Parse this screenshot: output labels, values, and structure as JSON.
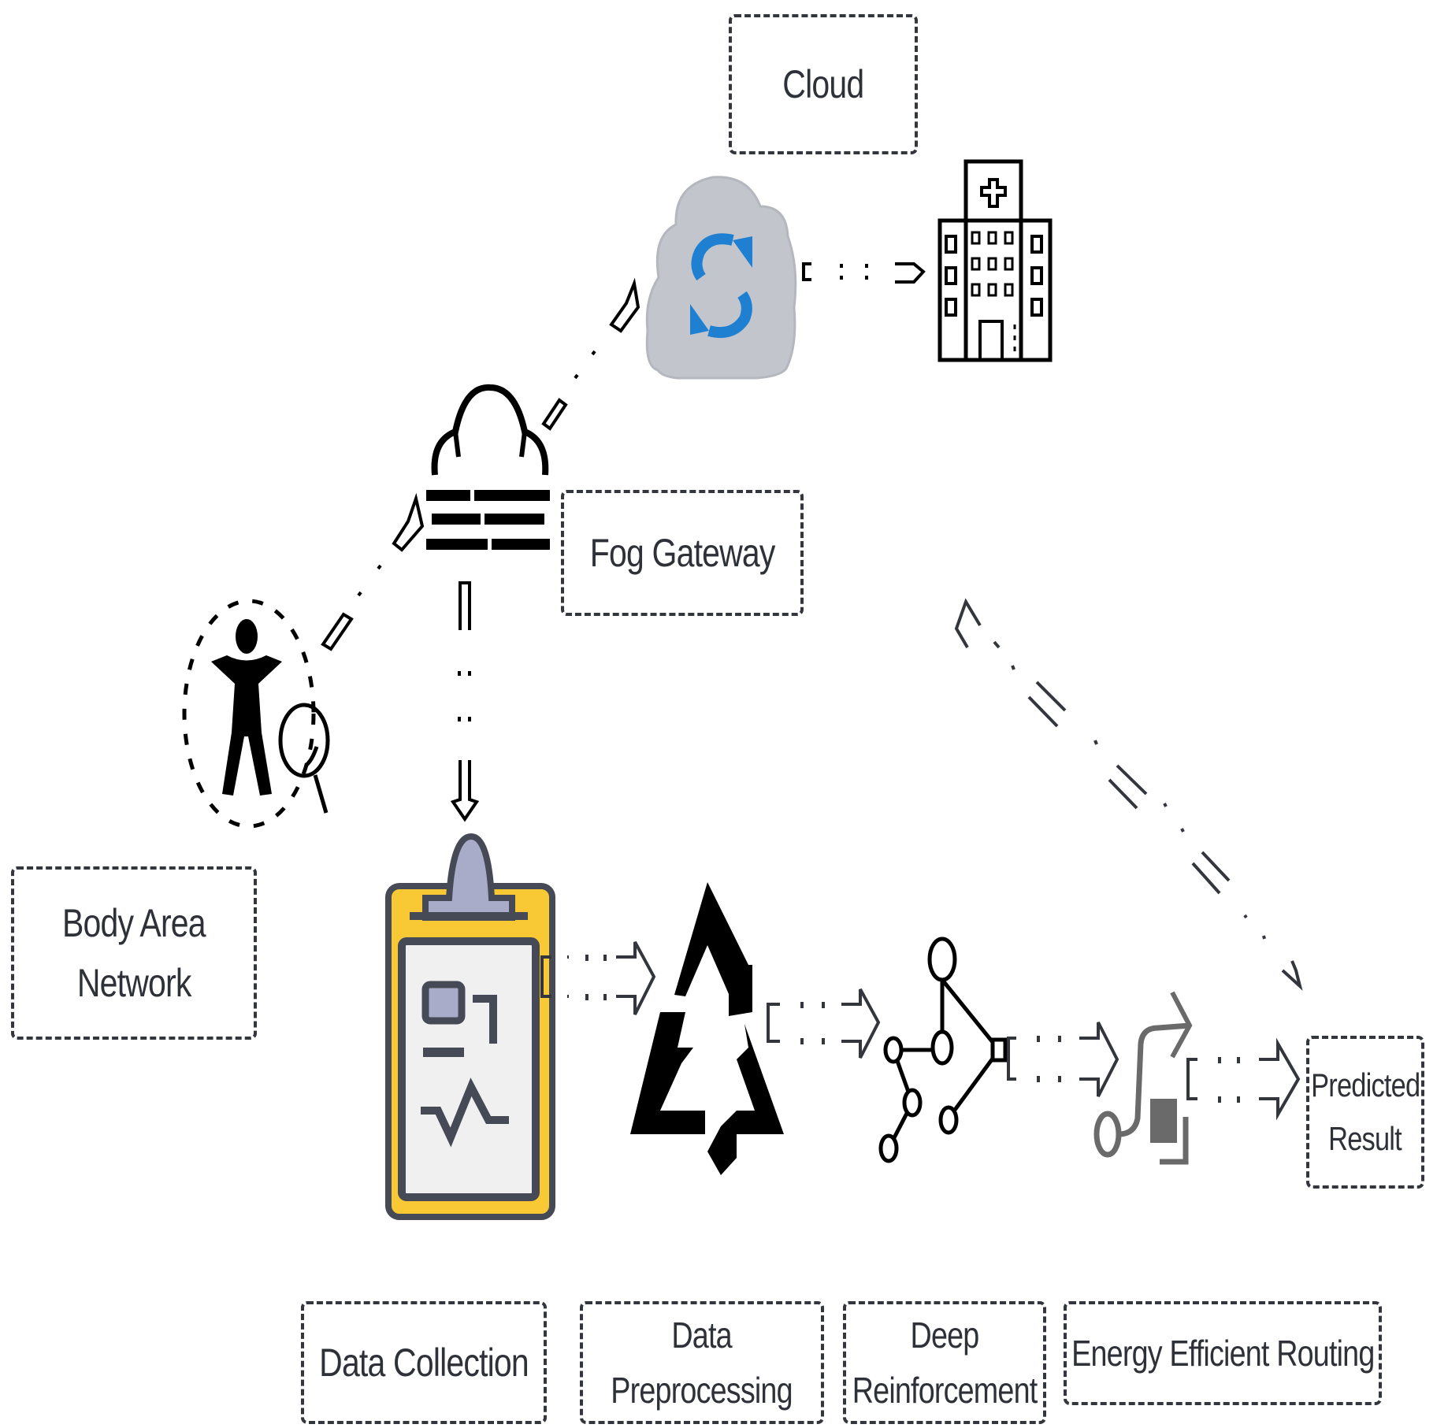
{
  "diagram": {
    "type": "healthcare-iot-architecture",
    "labels": {
      "cloud": "Cloud",
      "fog_gateway": "Fog Gateway",
      "body_area_network": [
        "Body Area",
        "Network"
      ],
      "predicted_result": [
        "Predicted",
        "Result"
      ],
      "data_collection": "Data Collection",
      "data_preprocessing": [
        "Data",
        "Preprocessing"
      ],
      "deep_reinforcement": [
        "Deep",
        "Reinforcement"
      ],
      "energy_efficient_routing": "Energy Efficient Routing"
    },
    "nodes": [
      {
        "id": "body-area-network",
        "icon": "person-scan-icon",
        "label": "Body Area Network"
      },
      {
        "id": "fog-gateway",
        "icon": "fog-gateway-icon",
        "label": "Fog Gateway"
      },
      {
        "id": "cloud",
        "icon": "cloud-sync-icon",
        "label": "Cloud"
      },
      {
        "id": "hospital",
        "icon": "hospital-icon",
        "label": ""
      },
      {
        "id": "data-collection",
        "icon": "clipboard-icon",
        "label": "Data Collection"
      },
      {
        "id": "data-preprocessing",
        "icon": "recycle-icon",
        "label": "Data Preprocessing"
      },
      {
        "id": "deep-reinforcement",
        "icon": "neural-network-icon",
        "label": "Deep Reinforcement"
      },
      {
        "id": "energy-efficient-routing",
        "icon": "routing-icon",
        "label": "Energy Efficient Routing"
      },
      {
        "id": "predicted-result",
        "icon": "",
        "label": "Predicted Result"
      }
    ],
    "edges": [
      {
        "from": "body-area-network",
        "to": "fog-gateway"
      },
      {
        "from": "fog-gateway",
        "to": "cloud"
      },
      {
        "from": "cloud",
        "to": "hospital"
      },
      {
        "from": "fog-gateway",
        "to": "data-collection"
      },
      {
        "from": "data-collection",
        "to": "data-preprocessing"
      },
      {
        "from": "data-preprocessing",
        "to": "deep-reinforcement"
      },
      {
        "from": "deep-reinforcement",
        "to": "energy-efficient-routing"
      },
      {
        "from": "energy-efficient-routing",
        "to": "predicted-result"
      },
      {
        "from": "predicted-result",
        "to": "fog-gateway"
      }
    ],
    "colors": {
      "stroke": "#33363d",
      "icon_black": "#000000",
      "cloud_fill": "#c2c6cc",
      "sync_blue": "#1f7fd1",
      "clipboard_yellow": "#f9c935",
      "clipboard_dark": "#464a56",
      "clipboard_paper": "#f0f0f0",
      "clip_lavender": "#a8acc8",
      "routing_gray": "#6a6a6a"
    }
  }
}
